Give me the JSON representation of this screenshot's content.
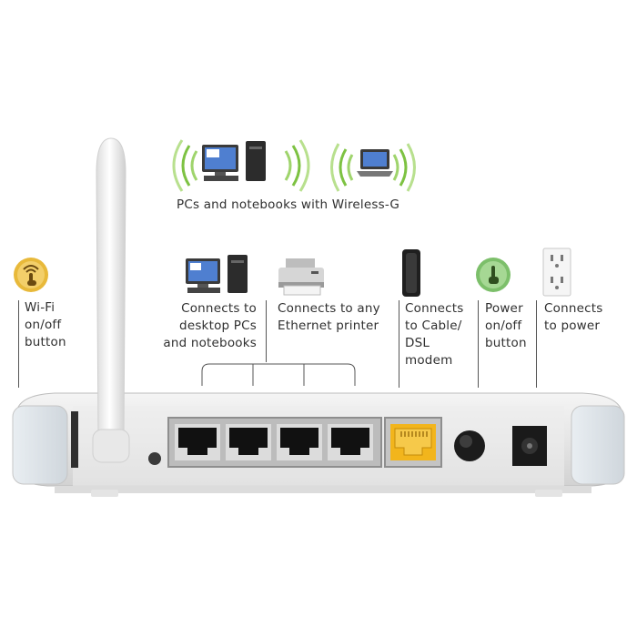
{
  "wireless": {
    "caption": "PCs and notebooks with Wireless-G",
    "arc_color": "#7dc242"
  },
  "labels": {
    "wifi_button": [
      "Wi-Fi",
      "on/off",
      "button"
    ],
    "desktop": [
      "Connects to",
      "desktop PCs",
      "and notebooks"
    ],
    "printer": [
      "Connects to any",
      "Ethernet printer"
    ],
    "modem": [
      "Connects",
      "to Cable/",
      "DSL",
      "modem"
    ],
    "power_button": [
      "Power",
      "on/off",
      "button"
    ],
    "power": [
      "Connects",
      "to power"
    ]
  },
  "colors": {
    "wan_port": "#f2b51c",
    "wifi_icon": "#e8b93a",
    "power_icon": "#7cbf6a"
  }
}
